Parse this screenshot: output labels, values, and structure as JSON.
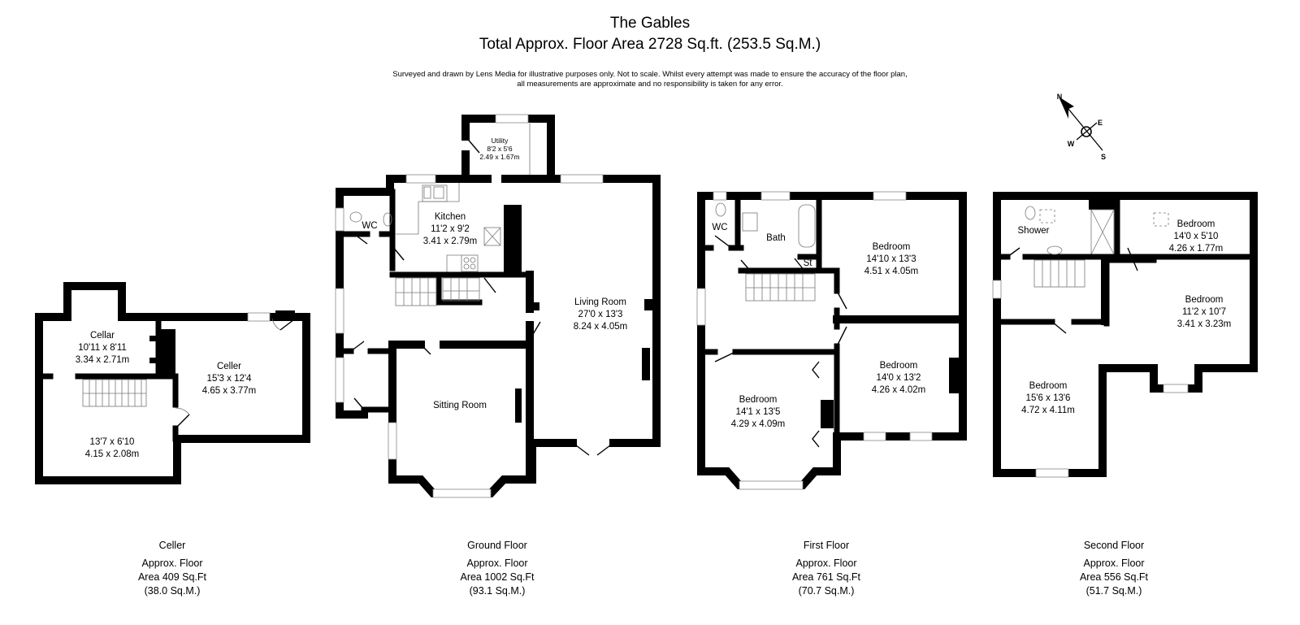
{
  "header": {
    "title": "The Gables",
    "subtitle": "Total Approx. Floor Area 2728 Sq.ft. (253.5 Sq.M.)",
    "disclaimer_line1": "Surveyed and drawn by Lens Media for illustrative purposes only. Not to scale. Whilst every attempt was made to ensure the accuracy of the floor plan,",
    "disclaimer_line2": "all measurements are approximate and no responsibility is taken for any error."
  },
  "compass": {
    "n": "N",
    "e": "E",
    "s": "S",
    "w": "W"
  },
  "floors": [
    {
      "name": "Celler",
      "line1": "Approx. Floor",
      "line2": "Area 409 Sq.Ft",
      "line3": "(38.0 Sq.M.)",
      "rooms": [
        {
          "name": "Cellar",
          "imperial": "10'11 x 8'11",
          "metric": "3.34 x 2.71m"
        },
        {
          "name": "Celler",
          "imperial": "15'3 x 12'4",
          "metric": "4.65 x 3.77m"
        },
        {
          "name": "",
          "imperial": "13'7 x 6'10",
          "metric": "4.15 x 2.08m"
        }
      ]
    },
    {
      "name": "Ground Floor",
      "line1": "Approx. Floor",
      "line2": "Area 1002 Sq.Ft",
      "line3": "(93.1 Sq.M.)",
      "rooms": [
        {
          "name": "Utility",
          "imperial": "8'2 x 5'6",
          "metric": "2.49 x 1.67m"
        },
        {
          "name": "Kitchen",
          "imperial": "11'2 x 9'2",
          "metric": "3.41 x 2.79m"
        },
        {
          "name": "WC"
        },
        {
          "name": "Living Room",
          "imperial": "27'0 x 13'3",
          "metric": "8.24 x 4.05m"
        },
        {
          "name": "Sitting Room"
        }
      ]
    },
    {
      "name": "First Floor",
      "line1": "Approx. Floor",
      "line2": "Area 761 Sq.Ft",
      "line3": "(70.7 Sq.M.)",
      "rooms": [
        {
          "name": "WC"
        },
        {
          "name": "Bath"
        },
        {
          "name": "St"
        },
        {
          "name": "Bedroom",
          "imperial": "14'10 x 13'3",
          "metric": "4.51 x 4.05m"
        },
        {
          "name": "Bedroom",
          "imperial": "14'0 x 13'2",
          "metric": "4.26 x 4.02m"
        },
        {
          "name": "Bedroom",
          "imperial": "14'1 x 13'5",
          "metric": "4.29 x 4.09m"
        }
      ]
    },
    {
      "name": "Second Floor",
      "line1": "Approx. Floor",
      "line2": "Area 556 Sq.Ft",
      "line3": "(51.7 Sq.M.)",
      "rooms": [
        {
          "name": "Shower"
        },
        {
          "name": "Bedroom",
          "imperial": "14'0 x 5'10",
          "metric": "4.26 x 1.77m"
        },
        {
          "name": "Bedroom",
          "imperial": "11'2 x 10'7",
          "metric": "3.41 x 3.23m"
        },
        {
          "name": "Bedroom",
          "imperial": "15'6 x 13'6",
          "metric": "4.72 x 4.11m"
        }
      ]
    }
  ]
}
